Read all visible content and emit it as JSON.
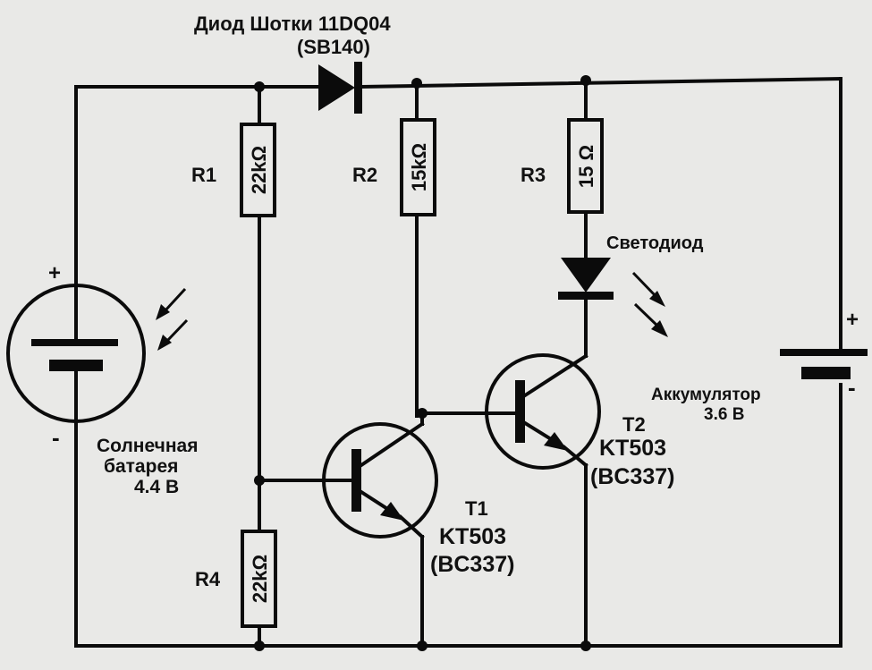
{
  "diode": {
    "name": "Диод Шотки 11DQ04",
    "part": "(SB140)"
  },
  "resistors": {
    "r1": {
      "ref": "R1",
      "value": "22kΩ"
    },
    "r2": {
      "ref": "R2",
      "value": "15kΩ"
    },
    "r3": {
      "ref": "R3",
      "value": "15 Ω"
    },
    "r4": {
      "ref": "R4",
      "value": "22kΩ"
    }
  },
  "led": {
    "label": "Светодиод"
  },
  "solar": {
    "line1": "Солнечная",
    "line2": "батарея",
    "line3": "4.4 В",
    "plus": "+",
    "minus": "-"
  },
  "battery": {
    "name": "Аккумулятор",
    "voltage": "3.6 В",
    "plus": "+",
    "minus": "-"
  },
  "t1": {
    "ref": "T1",
    "type": "KT503",
    "equiv": "(BC337)"
  },
  "t2": {
    "ref": "T2",
    "type": "KT503",
    "equiv": "(BC337)"
  },
  "colors": {
    "ink": "#0b0b0b",
    "paper": "#e9e9e7"
  }
}
